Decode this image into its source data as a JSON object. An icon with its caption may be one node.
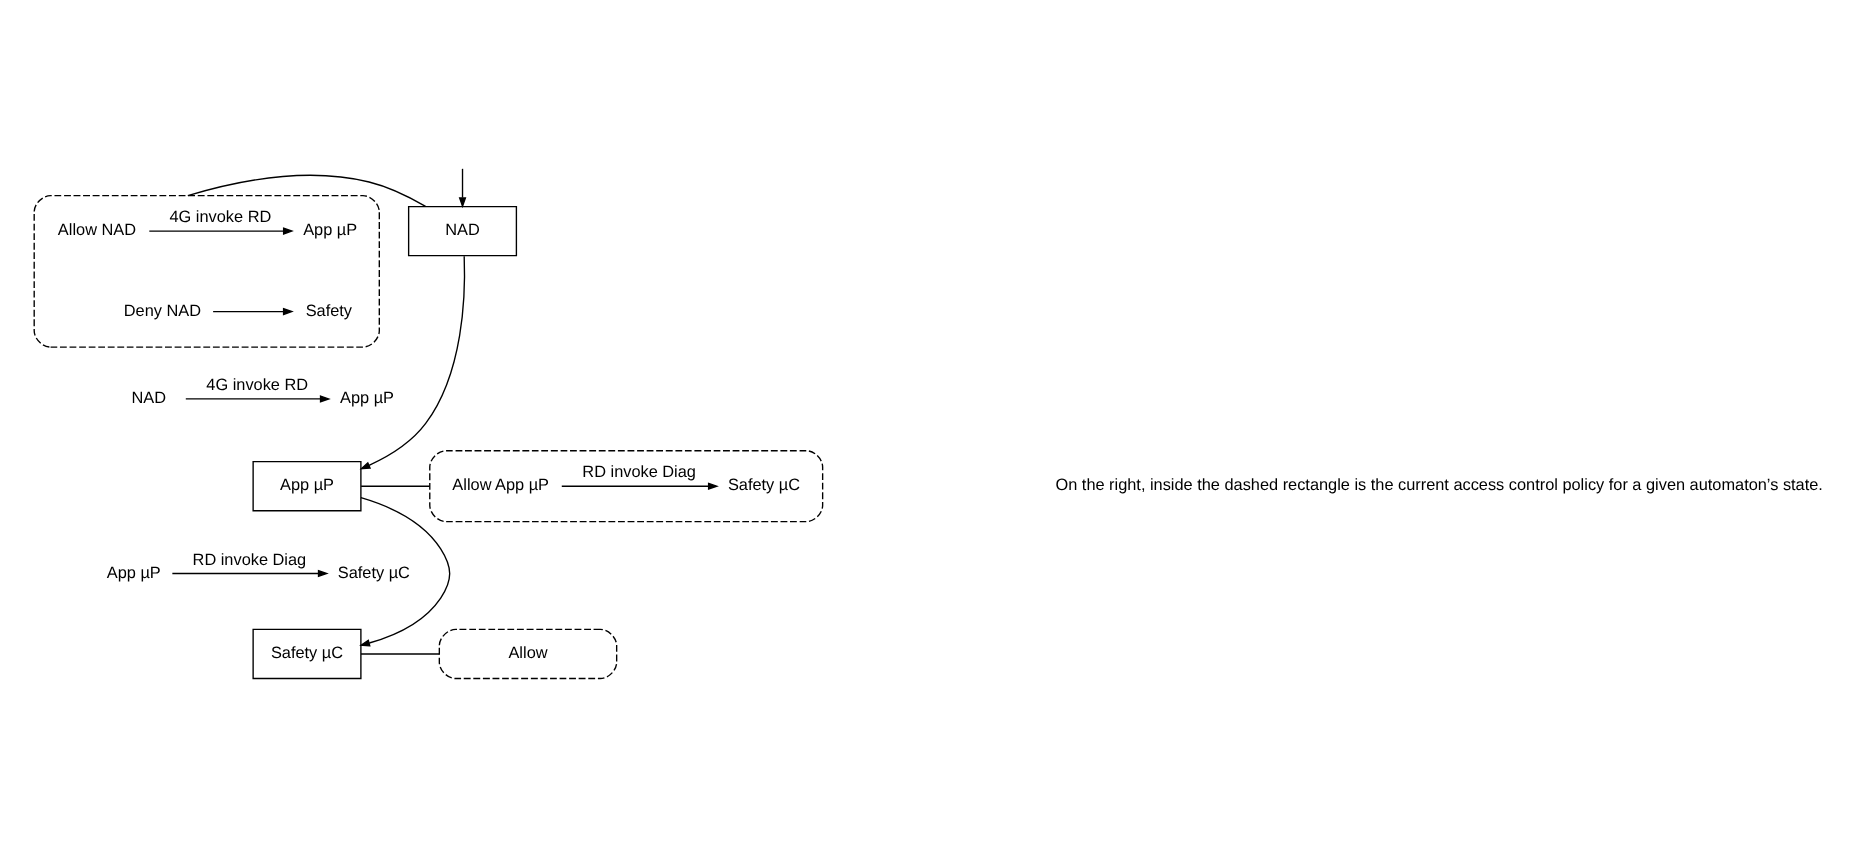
{
  "diagram": {
    "nodes": [
      {
        "text": [
          "NAD"
        ]
      },
      {
        "text": [],
        "shape": "box"
      },
      {
        "text": [
          "Allow NAD"
        ],
        "in": 1
      },
      {
        "text": [
          "App µP"
        ],
        "in": 1
      },
      {
        "text": [
          "Deny NAD"
        ],
        "in": 1
      },
      {
        "text": [
          "Safety"
        ],
        "in": 1
      },
      {
        "text": [
          "NAD"
        ]
      },
      {
        "text": [
          "App µP"
        ]
      },
      {
        "text": [
          "App µP"
        ]
      },
      {
        "text": [],
        "shape": "box"
      },
      {
        "text": [
          "Allow App µP"
        ],
        "in": 9
      },
      {
        "text": [
          "Safety µC"
        ],
        "in": 9
      },
      {
        "text": [
          "App µP"
        ]
      },
      {
        "text": [
          "Safety µC"
        ]
      },
      {
        "text": [
          "Safety µC"
        ]
      },
      {
        "text": [
          "Allow"
        ]
      }
    ],
    "edges": [
      {
        "from": null,
        "to": 0,
        "arrow": "to"
      },
      {
        "from": 0,
        "to": 1,
        "arrow": "none"
      },
      {
        "from": 2,
        "to": 3,
        "arrow": "to",
        "label": "4G invoke RD"
      },
      {
        "from": 4,
        "to": 5,
        "arrow": "to"
      },
      {
        "from": 6,
        "to": 7,
        "arrow": "to",
        "label": "4G invoke RD"
      },
      {
        "from": 0,
        "to": 8,
        "arrow": "to"
      },
      {
        "from": 8,
        "to": 9,
        "arrow": "none"
      },
      {
        "from": 10,
        "to": 11,
        "arrow": "to",
        "label": "RD invoke Diag"
      },
      {
        "from": 12,
        "to": 13,
        "arrow": "to",
        "label": "RD invoke Diag"
      },
      {
        "from": 8,
        "to": 14,
        "arrow": "to"
      },
      {
        "from": 14,
        "to": 15,
        "arrow": "none"
      }
    ],
    "labels": [
      "On the right, inside the dashed rectangle is the current access control policy for a given automaton’s state."
    ]
  }
}
